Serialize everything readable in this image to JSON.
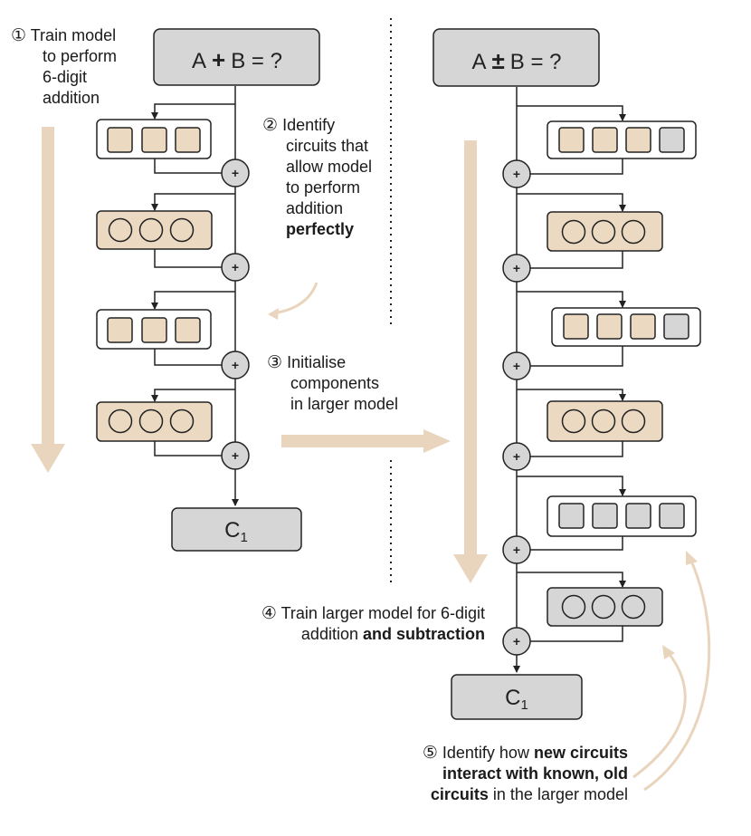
{
  "colors": {
    "accent": "#ebd9c2",
    "arrow": "#e9d5bd",
    "gray_box": "#d6d6d6",
    "stroke": "#222222"
  },
  "left_model": {
    "input_a": "A",
    "operator": "+",
    "input_rest": "B = ?",
    "output": "C",
    "output_subscript": "1"
  },
  "right_model": {
    "input_a": "A",
    "operator": "±",
    "input_rest": "B = ?",
    "output": "C",
    "output_subscript": "1"
  },
  "add_symbol": "+",
  "steps": {
    "step1": {
      "num": "①",
      "lines": [
        "Train model",
        "to perform",
        "6-digit",
        "addition"
      ]
    },
    "step2": {
      "num": "②",
      "lines": [
        "Identify",
        "circuits that",
        "allow model",
        "to perform",
        "addition"
      ],
      "bold_line": "perfectly"
    },
    "step3": {
      "num": "③",
      "lines": [
        "Initialise",
        "components",
        "in larger model"
      ]
    },
    "step4": {
      "num": "④",
      "line1": "Train larger model for 6-digit",
      "line2_plain": "addition ",
      "line2_bold": "and subtraction"
    },
    "step5": {
      "num": "⑤",
      "line1_plain": "Identify how ",
      "line1_bold": "new circuits",
      "line2_bold": "interact with known, old",
      "line3_bold": "circuits",
      "line3_plain": " in the larger model"
    }
  }
}
